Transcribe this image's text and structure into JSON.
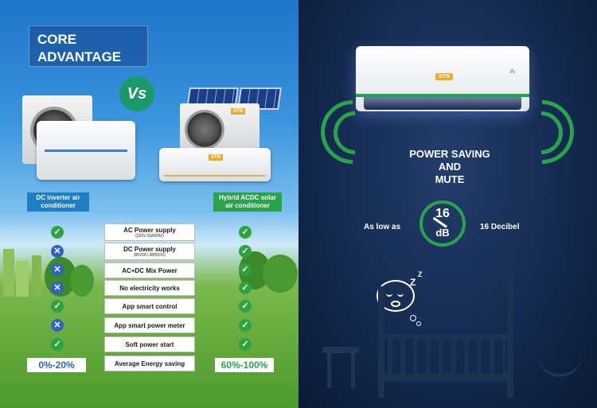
{
  "left": {
    "title_line1": "CORE",
    "title_line2": "ADVANTAGE",
    "vs": "Vs",
    "dc_label": "DC inverter air conditioner",
    "hybrid_label": "Hybrid ACDC solar air conditioner",
    "rows": [
      {
        "label": "AC Power supply",
        "sub": "(220V 50/60HZ)",
        "dc": "ok",
        "hybrid": "ok"
      },
      {
        "label": "DC Power supply",
        "sub": "(80VDC-380VDC)",
        "dc": "no",
        "hybrid": "ok"
      },
      {
        "label": "AC+DC Mix Power",
        "sub": "",
        "dc": "no",
        "hybrid": "ok"
      },
      {
        "label": "No electricity works",
        "sub": "",
        "dc": "no",
        "hybrid": "ok"
      },
      {
        "label": "App smart control",
        "sub": "",
        "dc": "ok",
        "hybrid": "ok"
      },
      {
        "label": "App smart power meter",
        "sub": "",
        "dc": "no",
        "hybrid": "ok"
      },
      {
        "label": "Soft power start",
        "sub": "",
        "dc": "ok",
        "hybrid": "ok"
      },
      {
        "label": "Average Energy saving",
        "sub": "",
        "dc": "",
        "hybrid": ""
      }
    ],
    "dc_saving": "0%-20%",
    "hybrid_saving": "60%-100%",
    "brand": "STN"
  },
  "right": {
    "brand": "STN",
    "headline_1": "POWER SAVING",
    "headline_2": "AND",
    "headline_3": "MUTE",
    "as_low_as": "As low as",
    "decibel_value": "16",
    "decibel_unit": "dB",
    "decibel_text": "16 Decibel",
    "zzz": "Z"
  },
  "colors": {
    "accent_green": "#2aa44b",
    "accent_blue": "#2f62c4",
    "brand_gold": "#e6ad2c"
  }
}
